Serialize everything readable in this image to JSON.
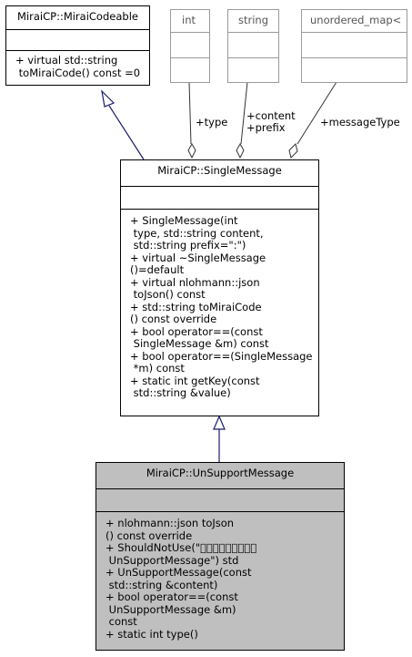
{
  "classes": {
    "mirai_codeable": {
      "name": "MiraiCP::MiraiCodeable",
      "attributes": [],
      "methods": [
        "+ virtual std::string\n toMiraiCode() const =0"
      ]
    },
    "int_type": {
      "name": "int"
    },
    "string_type": {
      "name": "string"
    },
    "map_type": {
      "name": "unordered_map<"
    },
    "single_message": {
      "name": "MiraiCP::SingleMessage",
      "methods": "+ SingleMessage(int\n type, std::string content,\n std::string prefix=\":\")\n+ virtual ~SingleMessage\n()=default\n+ virtual nlohmann::json\n toJson() const\n+ std::string toMiraiCode\n() const override\n+ bool operator==(const\n SingleMessage &m) const\n+ bool operator==(SingleMessage\n *m) const\n+ static int getKey(const\n std::string &value)"
    },
    "unsupport_message": {
      "name": "MiraiCP::UnSupportMessage",
      "methods": "+ nlohmann::json toJson\n() const override\n+ ShouldNotUse(\"\u0000\u0000\u0000\u0000\u0000\u0000\u0000\u0000\u0000\n UnSupportMessage\") std\n+ UnSupportMessage(const\n std::string &content)\n+ bool operator==(const\n UnSupportMessage &m)\n const\n+ static int type()"
    }
  },
  "edges": {
    "type_label": "+type",
    "content_label": "+content\n+prefix",
    "message_type_label": "+messageType"
  }
}
